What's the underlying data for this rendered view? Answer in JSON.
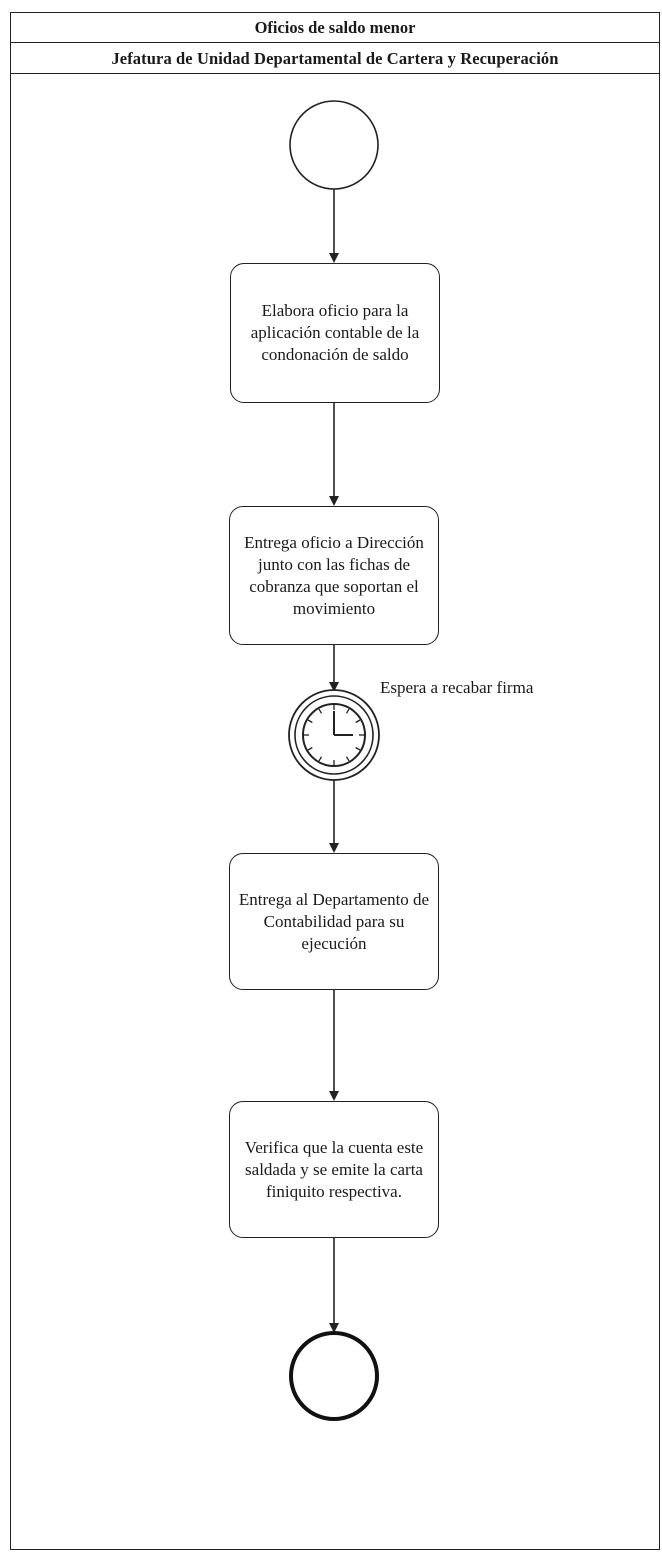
{
  "pool": {
    "title": "Oficios de saldo menor",
    "lane": "Jefatura de Unidad Departamental de Cartera y Recuperación"
  },
  "tasks": [
    {
      "text": "Elabora oficio para la aplicación contable de la condonación  de saldo"
    },
    {
      "text": "Entrega oficio a Dirección junto con las fichas de cobranza que soportan el movimiento"
    },
    {
      "text": "Entrega al Departamento de Contabilidad  para su ejecución"
    },
    {
      "text": "Verifica que la cuenta este saldada y se emite la carta finiquito respectiva."
    }
  ],
  "timer_event": {
    "label": "Espera a recabar firma",
    "icon": "clock-icon"
  },
  "events": {
    "start": "start-event",
    "end": "end-event"
  }
}
